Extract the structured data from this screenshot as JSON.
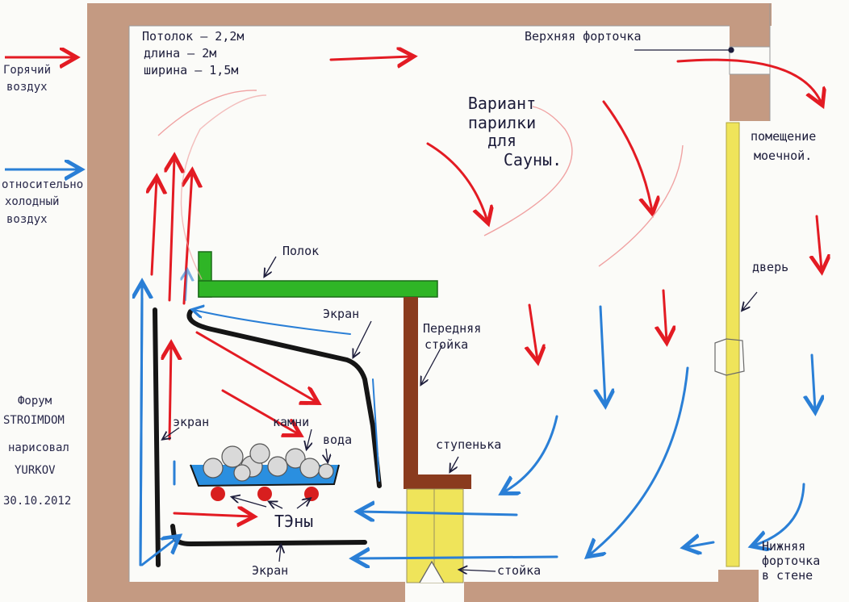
{
  "dims": {
    "ceiling": "Потолок  – 2,2м",
    "length": "длина   –  2м",
    "width": "ширина  – 1,5м"
  },
  "legend": {
    "hot": [
      "Горячий",
      "воздух"
    ],
    "cold": [
      "относительно",
      "холодный",
      "воздух"
    ]
  },
  "credits": {
    "forum_label": "Форум",
    "forum_name": "STROIMDOM",
    "drew_label": "нарисовал",
    "author": "YURKOV",
    "date": "30.10.2012"
  },
  "title": [
    "Вариант",
    "парилки",
    "для",
    "Сауны."
  ],
  "labels": {
    "upper_vent": "Верхняя форточка",
    "wash_room": [
      "помещение",
      "моечной."
    ],
    "door": "дверь",
    "lower_vent": [
      "Нижняя",
      "форточка",
      "в стене"
    ],
    "shelf": "Полок",
    "screen_top": "Экран",
    "front_post": [
      "Передняя",
      "стойка"
    ],
    "screen_left": "экран",
    "stones": "камни",
    "water": "вода",
    "step": "ступенька",
    "heaters": "ТЭны",
    "screen_bottom": "Экран",
    "post": "стойка"
  },
  "colors": {
    "wall": "#c49a82",
    "hot": "#e31b23",
    "cold": "#2a7fd6",
    "screen": "#151515",
    "shelf": "#2fb526",
    "post": "#8a3b1e",
    "yellow": "#efe45a",
    "heater": "#d81e1e",
    "stones": "#d9d9d9"
  }
}
